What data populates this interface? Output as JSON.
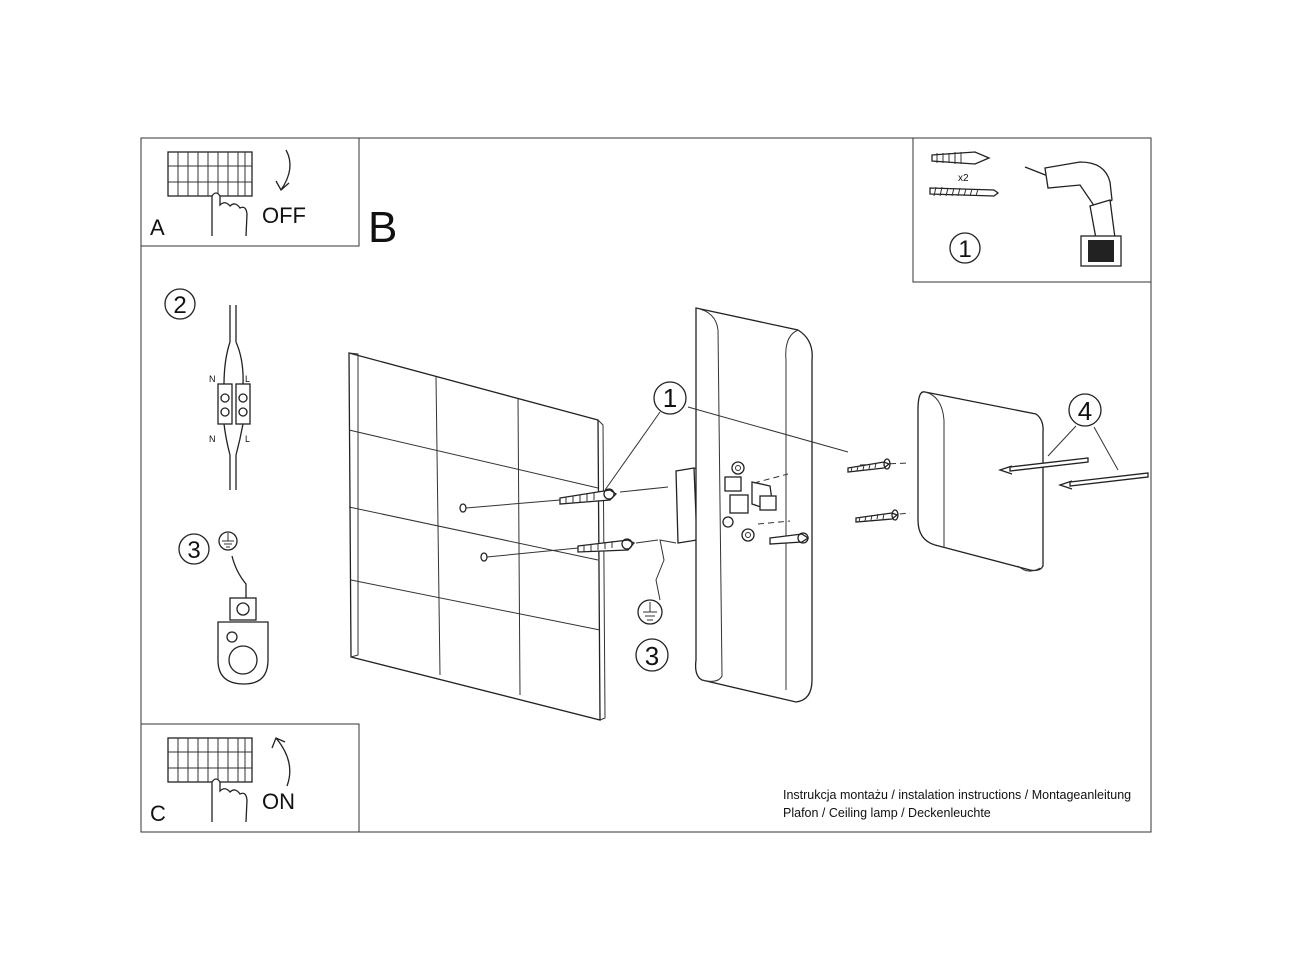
{
  "panels": {
    "a": {
      "letter": "A",
      "action": "OFF"
    },
    "b": {
      "letter": "B"
    },
    "c": {
      "letter": "C",
      "action": "ON"
    }
  },
  "tools": {
    "multiplier": "x2",
    "step": "1"
  },
  "wiring": {
    "step": "2",
    "terminal_top_left": "N",
    "terminal_top_right": "L",
    "terminal_bottom_left": "N",
    "terminal_bottom_right": "L"
  },
  "ground": {
    "step": "3"
  },
  "main_callouts": {
    "c1": "1",
    "c3": "3",
    "c4": "4"
  },
  "footer": {
    "line1": "Instrukcja montażu / instalation instructions / Montageanleitung",
    "line2": "Plafon / Ceiling lamp / Deckenleuchte"
  }
}
